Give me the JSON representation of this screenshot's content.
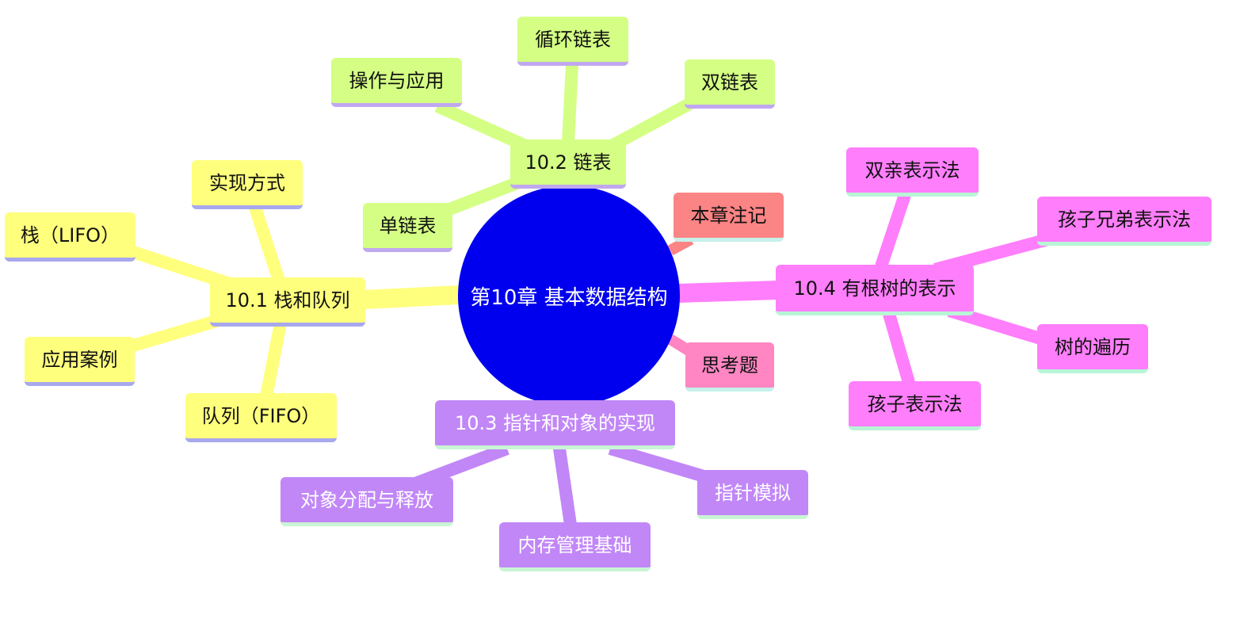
{
  "center": {
    "label": "第10章 基本数据结构",
    "color": "#0000ee"
  },
  "branches": {
    "stack": {
      "label": "10.1 栈和队列",
      "color": "#ffff7e",
      "children": [
        "栈（LIFO）",
        "实现方式",
        "应用案例",
        "队列（FIFO）"
      ]
    },
    "list": {
      "label": "10.2 链表",
      "color": "#d4ff84",
      "children": [
        "循环链表",
        "操作与应用",
        "双链表",
        "单链表"
      ]
    },
    "tree": {
      "label": "10.4 有根树的表示",
      "color": "#ff7efb",
      "children": [
        "双亲表示法",
        "孩子兄弟表示法",
        "树的遍历",
        "孩子表示法"
      ]
    },
    "pointer": {
      "label": "10.3 指针和对象的实现",
      "color": "#c187f7",
      "children": [
        "对象分配与释放",
        "内存管理基础",
        "指针模拟"
      ]
    },
    "notes": {
      "label": "本章注记",
      "color": "#fb8484"
    },
    "exercises": {
      "label": "思考题",
      "color": "#ff86c2"
    }
  }
}
